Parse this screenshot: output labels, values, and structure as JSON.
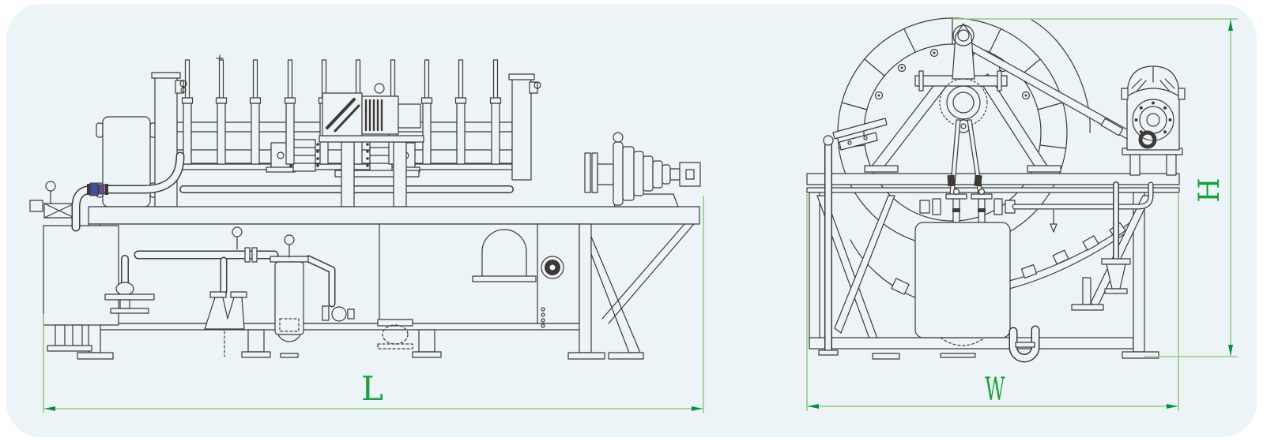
{
  "dimensions": {
    "length": {
      "label": "L"
    },
    "width": {
      "label": "W"
    },
    "height": {
      "label": "H"
    }
  },
  "colors": {
    "page_bg": "#ffffff",
    "canvas_bg": "#edf4f8",
    "ink": "#3e3934",
    "dim_line": "#94cc80",
    "dim_arrow": "#00923f",
    "dim_text": "#16a13a",
    "valve_blue": "#3c4f9e",
    "valve_purple": "#6a4a9e"
  }
}
